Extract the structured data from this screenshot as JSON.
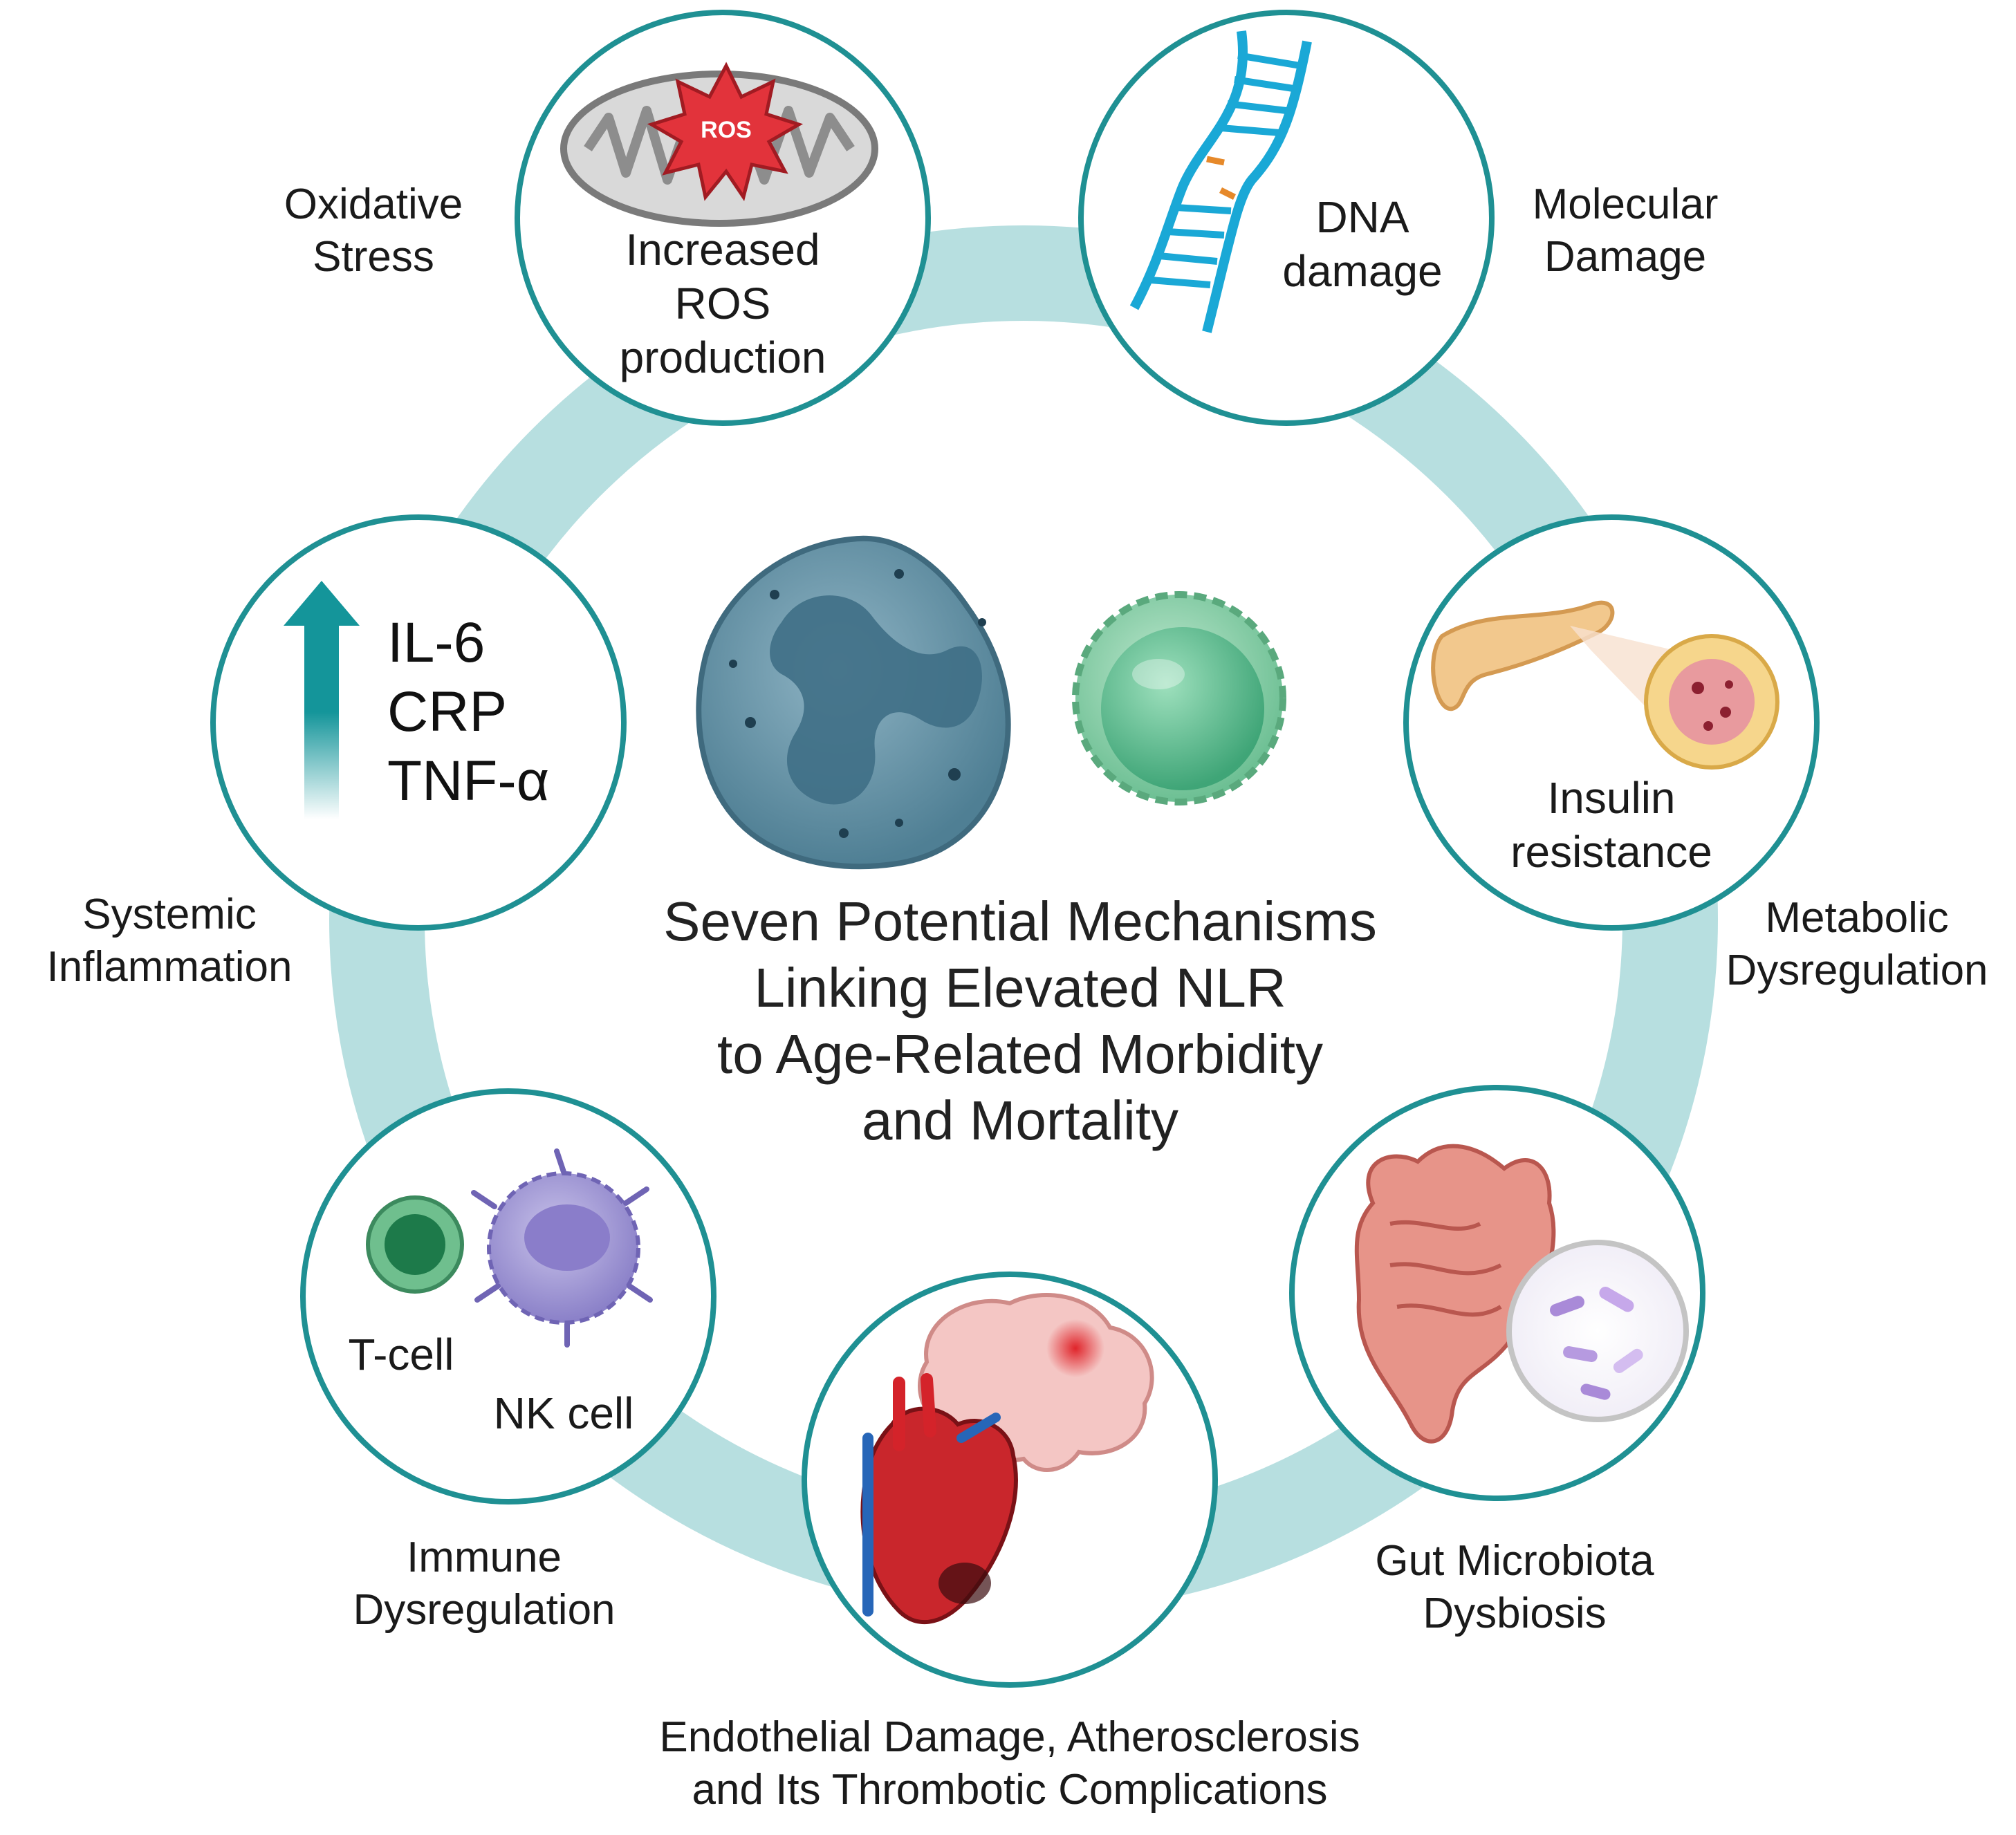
{
  "title": "Seven Potential Mechanisms\nLinking Elevated NLR\nto Age-Related Morbidity\nand Mortality",
  "colors": {
    "ring": "#b7dfe0",
    "circle_border": "#1f9093",
    "arrow": "#14959a",
    "neutrophil": "#6f98ab",
    "lymphocyte": "#7fc9a3"
  },
  "mechanisms": [
    {
      "label": "Oxidative\nStress",
      "inner": "Increased\nROS\nproduction",
      "icon": "mitochondrion-icon",
      "badge": "ROS"
    },
    {
      "label": "Molecular\nDamage",
      "inner": "DNA\ndamage",
      "icon": "dna-icon"
    },
    {
      "label": "Metabolic\nDysregulation",
      "inner": "Insulin\nresistance",
      "icon": "pancreas-icon"
    },
    {
      "label": "Gut Microbiota\nDysbiosis",
      "icon": "intestine-icon"
    },
    {
      "label": "Endothelial Damage, Atherosclerosis\nand Its Thrombotic Complications",
      "icon": "heart-brain-icon"
    },
    {
      "label": "Immune\nDysregulation",
      "inner_a": "T-cell",
      "inner_b": "NK cell",
      "icon": "immune-cells-icon"
    },
    {
      "label": "Systemic\nInflammation",
      "cytokines": "IL-6\nCRP\nTNF-α",
      "icon": "up-arrow-icon"
    }
  ]
}
